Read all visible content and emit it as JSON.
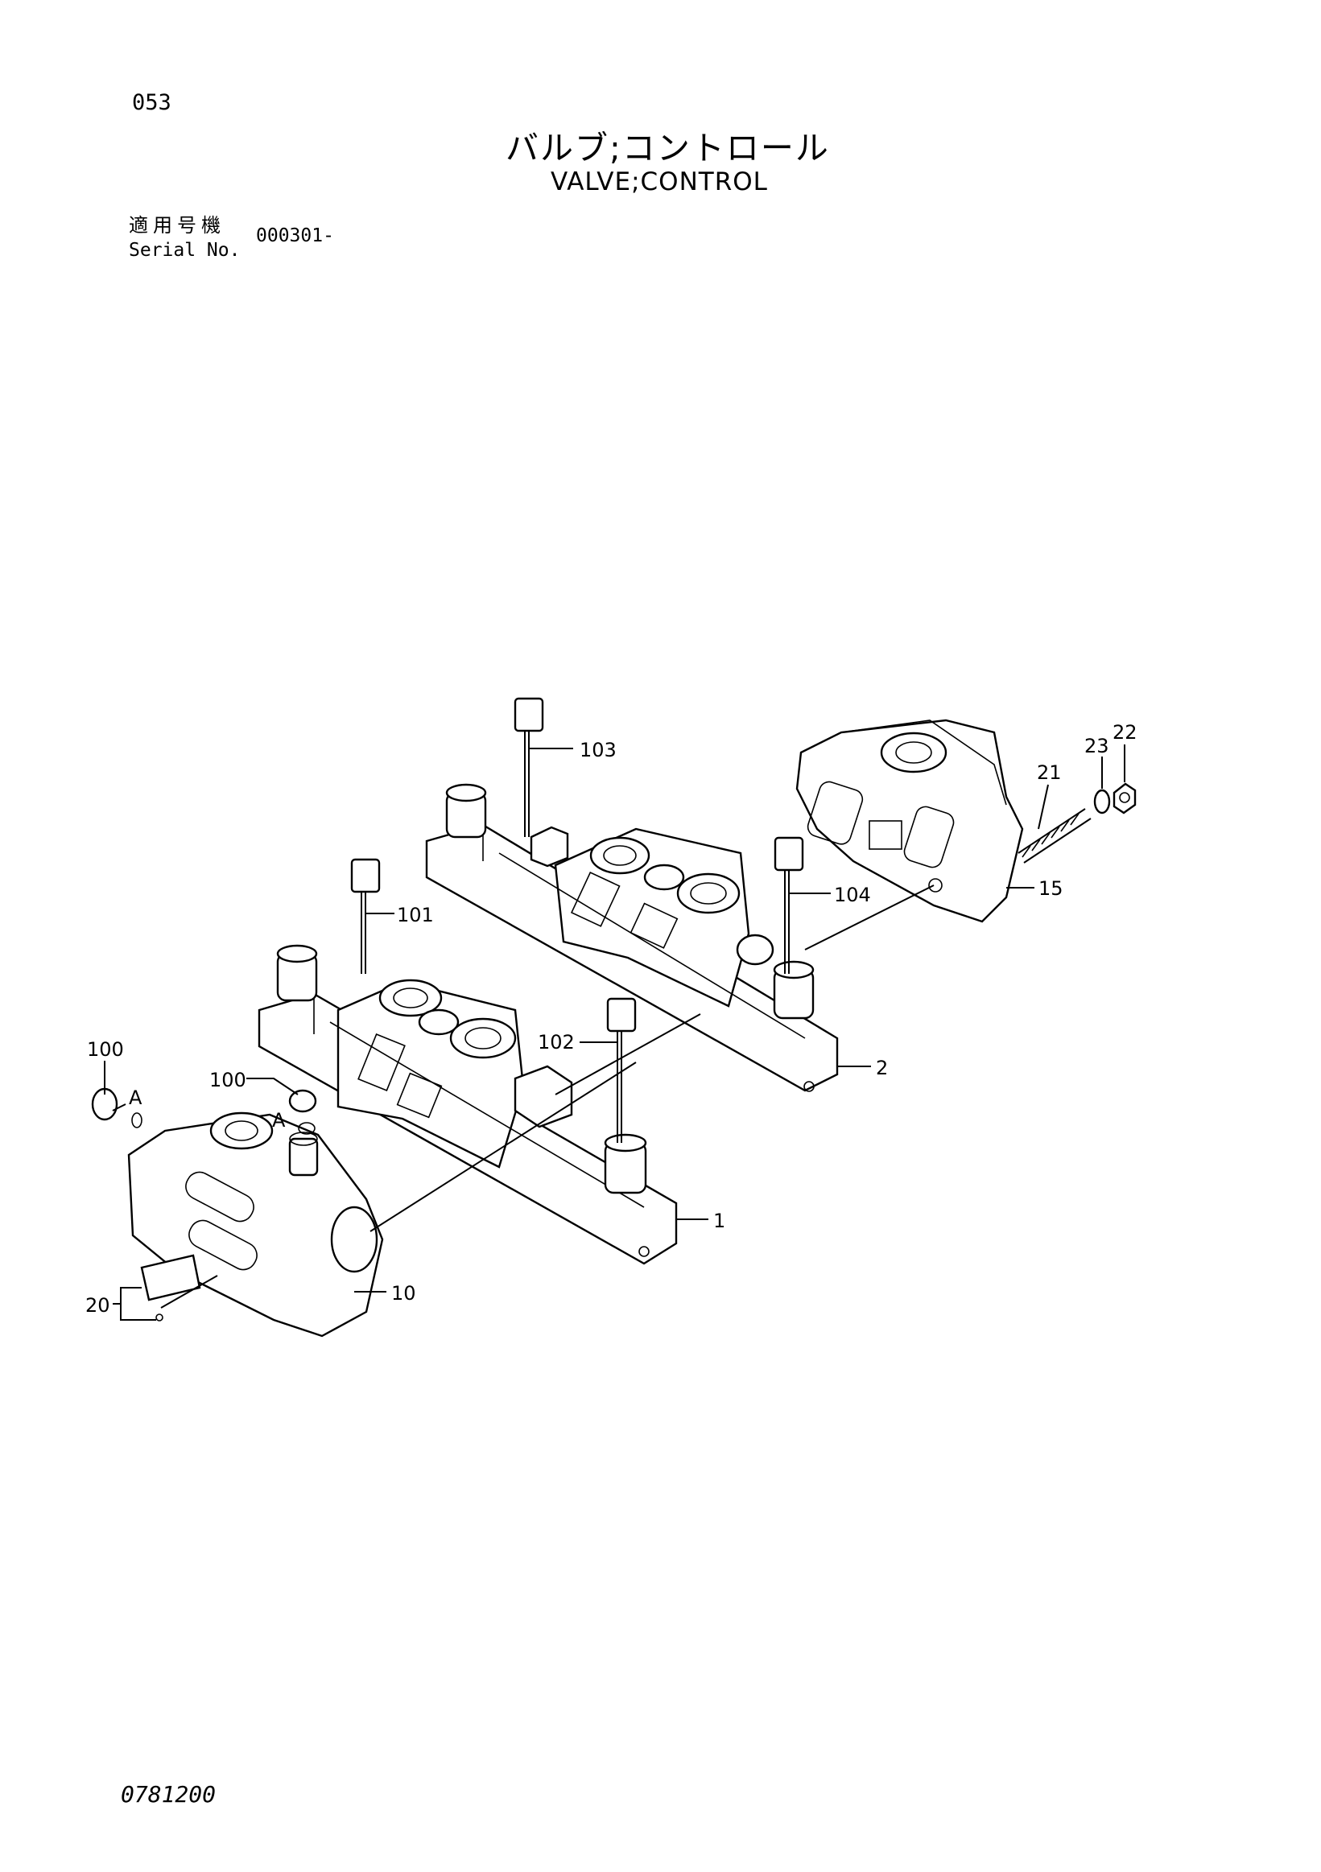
{
  "header": {
    "page_number": "053",
    "title_jp": "バルブ;コントロール",
    "title_en": "VALVE;CONTROL",
    "serial_label_jp": "適用号機",
    "serial_label_en": "Serial No.",
    "serial_value": "000301-"
  },
  "footer": {
    "doc_code": "0781200"
  },
  "diagram": {
    "callouts": [
      "103",
      "101",
      "104",
      "102",
      "100",
      "100",
      "A",
      "A",
      "21",
      "23",
      "22",
      "15",
      "2",
      "1",
      "10",
      "20"
    ]
  }
}
